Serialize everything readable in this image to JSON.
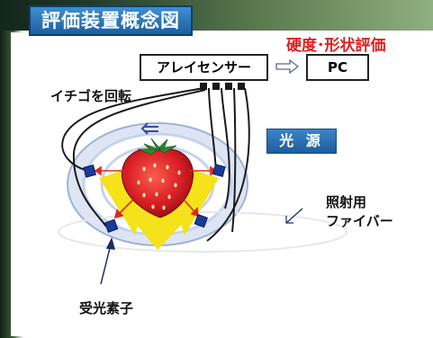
{
  "title": "評価装置概念図",
  "evaluation_label": "硬度･形状評価",
  "sensor_label": "アレイセンサー",
  "pc_label": "PC",
  "rotate_label": "イチゴを回転",
  "light_source_label": "光 源",
  "fiber_label_line1": "照射用",
  "fiber_label_line2": "ファイバー",
  "receiver_label": "受光素子",
  "colors": {
    "title_bg": "#2a74b8",
    "evaluation_text": "#e02020",
    "strawberry": "#d81e25",
    "leaves": "#2f8a2f",
    "light": "#f5e21a",
    "arrow": "#e02a1a",
    "receiver": "#1a3a9a",
    "ring": "#c9d6ee"
  },
  "icons": [
    "strawberry",
    "rotation-arrow",
    "light-source",
    "photo-receiver"
  ]
}
